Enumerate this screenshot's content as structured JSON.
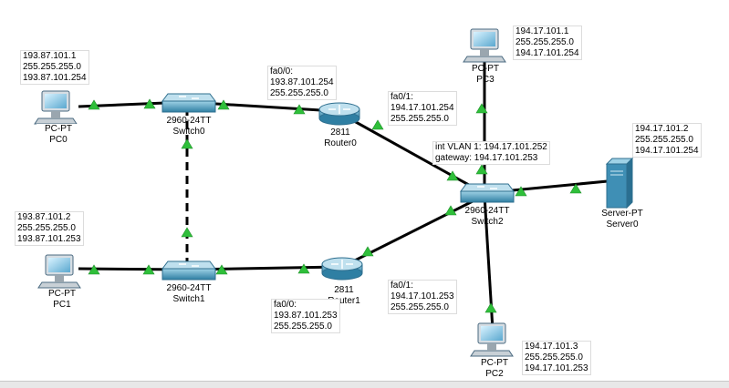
{
  "devices": {
    "pc0": {
      "model": "PC-PT",
      "name": "PC0"
    },
    "pc1": {
      "model": "PC-PT",
      "name": "PC1"
    },
    "pc2": {
      "model": "PC-PT",
      "name": "PC2"
    },
    "pc3": {
      "model": "PC-PT",
      "name": "PC3"
    },
    "switch0": {
      "model": "2960-24TT",
      "name": "Switch0"
    },
    "switch1": {
      "model": "2960-24TT",
      "name": "Switch1"
    },
    "switch2": {
      "model": "2960-24TT",
      "name": "Switch2"
    },
    "router0": {
      "model": "2811",
      "name": "Router0"
    },
    "router1": {
      "model": "2811",
      "name": "Router1"
    },
    "server0": {
      "model": "Server-PT",
      "name": "Server0"
    }
  },
  "configs": {
    "pc0": [
      "193.87.101.1",
      "255.255.255.0",
      "193.87.101.254"
    ],
    "pc1": [
      "193.87.101.2",
      "255.255.255.0",
      "193.87.101.253"
    ],
    "pc2": [
      "194.17.101.3",
      "255.255.255.0",
      "194.17.101.253"
    ],
    "pc3": [
      "194.17.101.1",
      "255.255.255.0",
      "194.17.101.254"
    ],
    "server0": [
      "194.17.101.2",
      "255.255.255.0",
      "194.17.101.254"
    ],
    "router0_fa00": [
      "fa0/0:",
      "193.87.101.254",
      "255.255.255.0"
    ],
    "router0_fa01": [
      "fa0/1:",
      "194.17.101.254",
      "255.255.255.0"
    ],
    "router1_fa00": [
      "fa0/0:",
      "193.87.101.253",
      "255.255.255.0"
    ],
    "router1_fa01": [
      "fa0/1:",
      "194.17.101.253",
      "255.255.255.0"
    ],
    "switch2_vlan": [
      "int VLAN 1: 194.17.101.252",
      "gateway: 194.17.101.253"
    ]
  },
  "colors": {
    "link": "#000000",
    "link_up": "#2fbf3a",
    "device": "#3f8fb5"
  }
}
